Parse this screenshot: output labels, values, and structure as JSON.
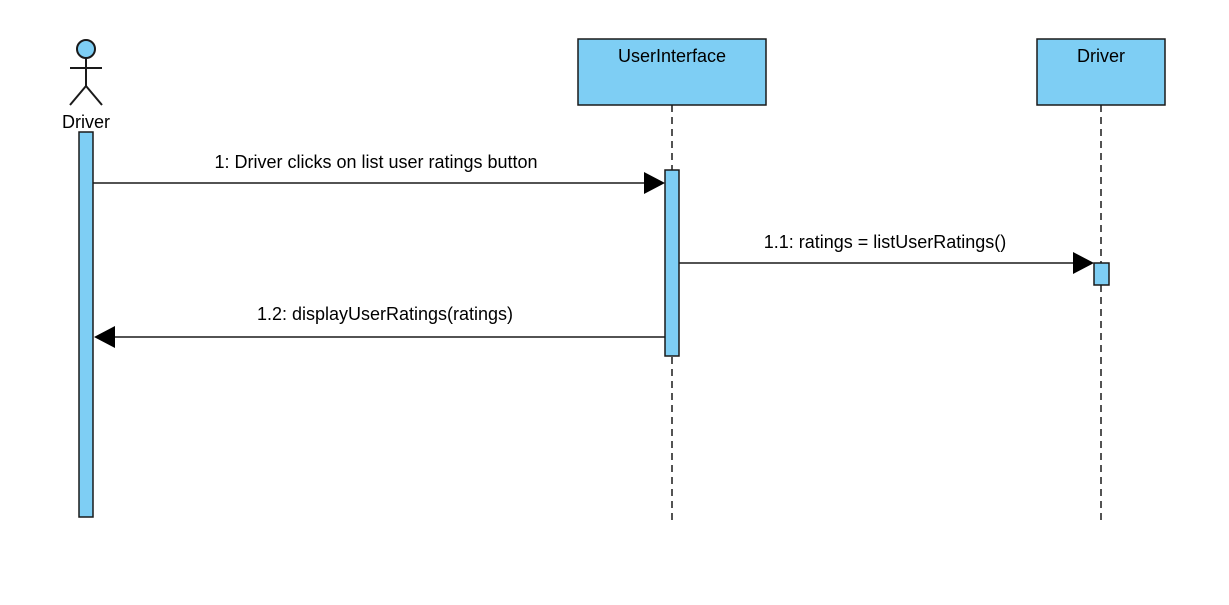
{
  "colors": {
    "fill": "#7ecef4",
    "stroke": "#1a1a1a",
    "background": "#ffffff"
  },
  "actor": {
    "label": "Driver",
    "icon": "stick-figure-icon"
  },
  "lifelines": [
    {
      "label": "UserInterface"
    },
    {
      "label": "Driver"
    }
  ],
  "messages": [
    {
      "label": "1: Driver clicks on list user ratings button"
    },
    {
      "label": "1.1: ratings = listUserRatings()"
    },
    {
      "label": "1.2: displayUserRatings(ratings)"
    }
  ]
}
